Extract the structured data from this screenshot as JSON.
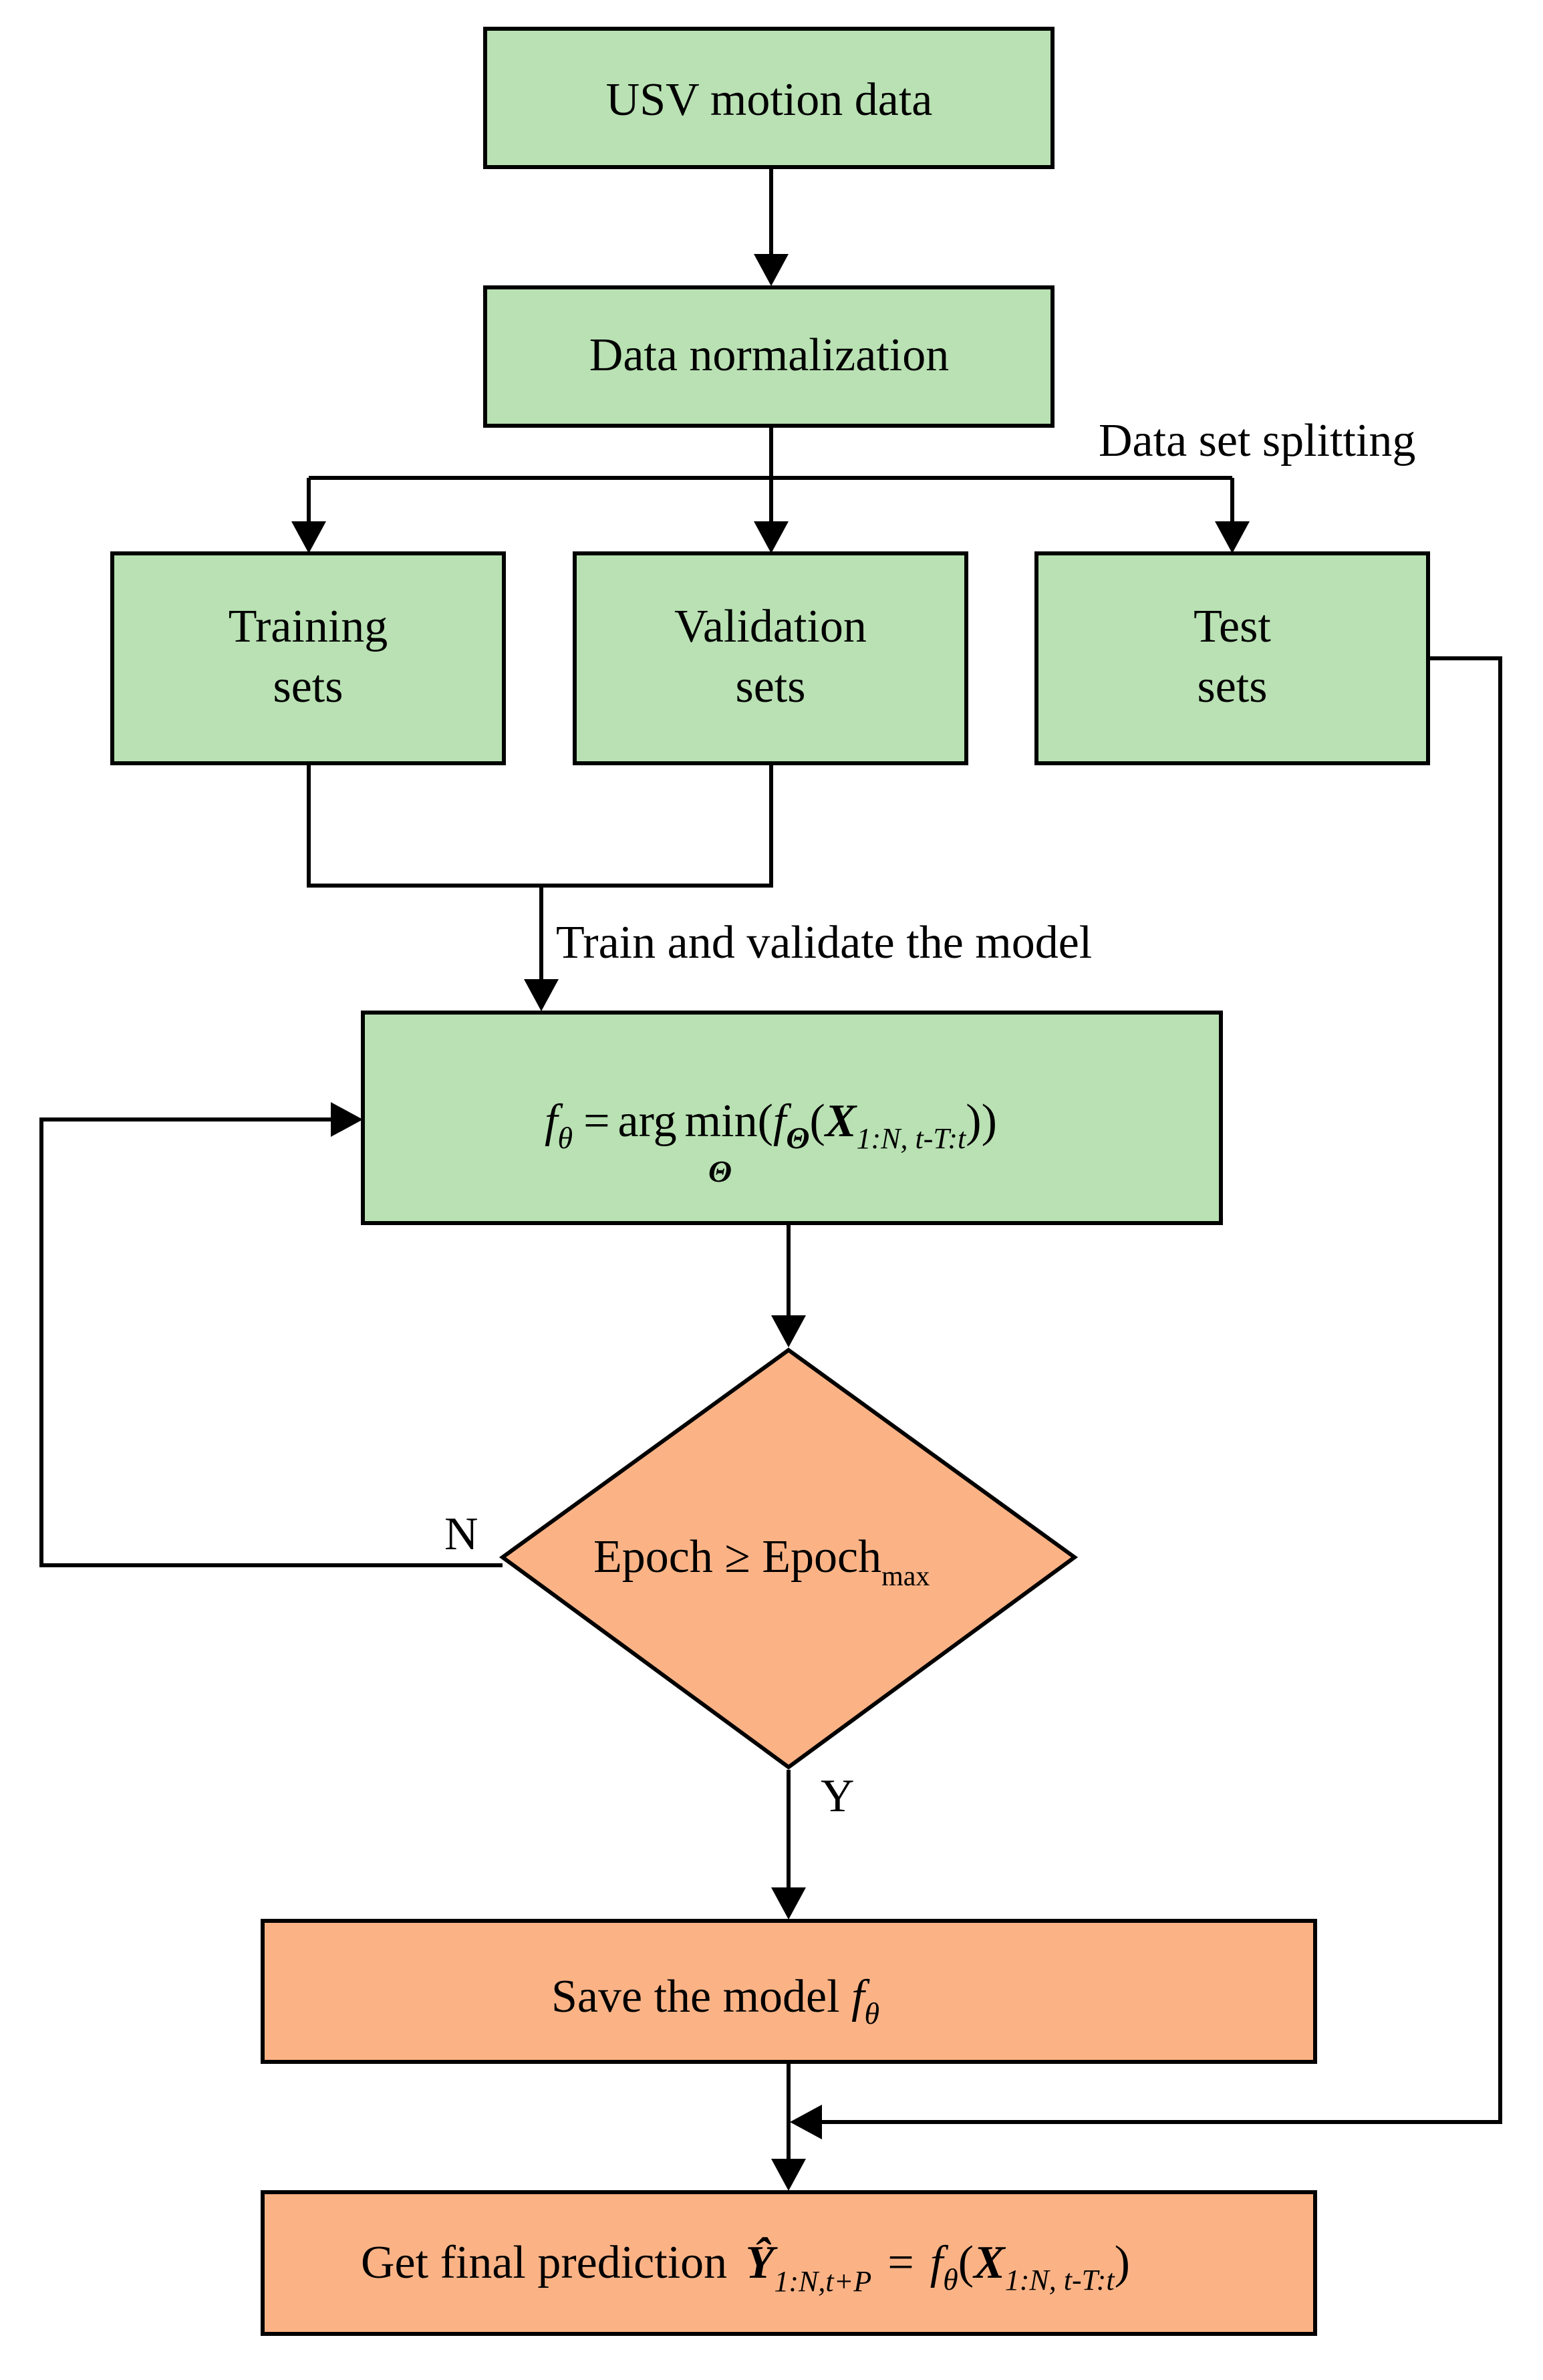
{
  "nodes": {
    "usv": "USV motion data",
    "norm": "Data normalization",
    "train": [
      "Training",
      "sets"
    ],
    "valid": [
      "Validation",
      "sets"
    ],
    "test": [
      "Test",
      "sets"
    ],
    "optimize": {
      "f": "f",
      "theta": "θ",
      "eq": "=",
      "arg": "arg",
      "min": "min",
      "open1": "(",
      "f2": "f",
      "Theta": "Θ",
      "open2": "(",
      "X": "X",
      "xsub": "1:N, t-T:t",
      "close": "))",
      "under": "Θ"
    },
    "decision": {
      "main": "Epoch ≥ Epoch",
      "sub": "max"
    },
    "save": {
      "text": "Save the model ",
      "f": "f",
      "theta": "θ"
    },
    "final": {
      "text": "Get final prediction ",
      "Y": "Ŷ",
      "ysub": "1:N,t+P",
      "eq": "=",
      "f": "f",
      "theta": "θ",
      "open": "(",
      "X": "X",
      "xsub": "1:N, t-T:t",
      "close": ")"
    }
  },
  "labels": {
    "split": "Data set splitting",
    "trainval": "Train and validate the model",
    "no": "N",
    "yes": "Y"
  },
  "colors": {
    "green": "#b9e1b3",
    "orange": "#fbb386"
  }
}
